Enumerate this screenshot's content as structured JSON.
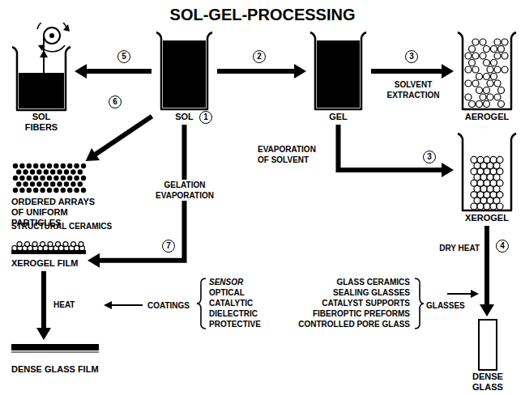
{
  "diagram": {
    "title": "SOL-GEL-PROCESSING",
    "nodes": [
      {
        "text": [
          "SOL FIBERS"
        ]
      },
      {
        "text": [
          "SOL"
        ]
      },
      {
        "text": [
          "GEL"
        ]
      },
      {
        "text": [
          "AEROGEL"
        ]
      },
      {
        "text": [
          "ORDERED ARRAYS OF UNIFORM PARTICLES"
        ]
      },
      {
        "text": [
          "XEROGEL"
        ]
      },
      {
        "text": [
          "XEROGEL FILM"
        ]
      },
      {
        "text": [
          "DENSE GLASS FILM"
        ]
      },
      {
        "text": [
          "DENSE GLASS"
        ]
      }
    ],
    "edges": [
      {
        "from": 1,
        "to": 0,
        "arrow": "to"
      },
      {
        "from": 1,
        "to": 2,
        "arrow": "to"
      },
      {
        "from": 2,
        "to": 3,
        "label": "SOLVENT EXTRACTION",
        "arrow": "to"
      },
      {
        "from": 2,
        "to": 5,
        "label": "EVAPORATION OF SOLVENT",
        "arrow": "to"
      },
      {
        "from": 5,
        "to": 8,
        "label": "DRY HEAT",
        "arrow": "to"
      },
      {
        "from": 1,
        "to": 4,
        "arrow": "to"
      },
      {
        "from": 1,
        "to": 6,
        "label": "GELATION EVAPORATION",
        "arrow": "to"
      },
      {
        "from": 6,
        "to": 7,
        "label": "HEAT",
        "arrow": "to"
      }
    ],
    "labels": [
      "1",
      "5",
      "2",
      "3",
      "3",
      "4",
      "6",
      "7",
      "STRUCTURAL CERAMICS",
      "COATINGS",
      "SENSOR",
      "OPTICAL",
      "CATALYTIC",
      "DIELECTRIC",
      "PROTECTIVE",
      "GLASS CERAMICS",
      "SEALING GLASSES",
      "CATALYST SUPPORTS",
      "FIBEROPTIC PREFORMS",
      "CONTROLLED PORE GLASS",
      "GLASSES"
    ]
  }
}
